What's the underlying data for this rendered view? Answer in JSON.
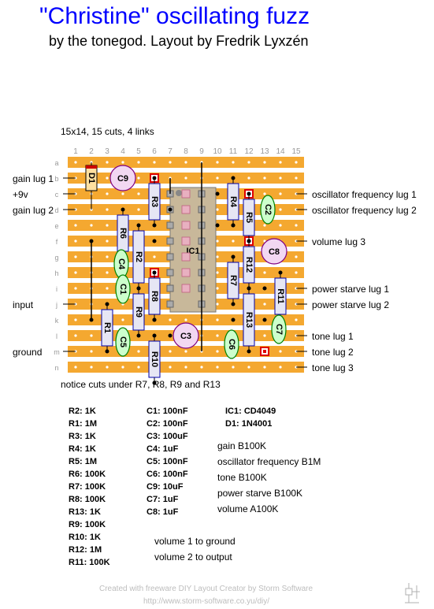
{
  "header": {
    "title": "\"Christine\" oscillating fuzz",
    "subtitle": "by the tonegod. Layout by Fredrik Lyxzén"
  },
  "board": {
    "info": "15x14, 15 cuts, 4 links",
    "columns": [
      "1",
      "2",
      "3",
      "4",
      "5",
      "6",
      "7",
      "8",
      "9",
      "10",
      "11",
      "12",
      "13",
      "14",
      "15"
    ],
    "rows": [
      "a",
      "b",
      "c",
      "d",
      "e",
      "f",
      "g",
      "h",
      "i",
      "j",
      "k",
      "l",
      "m",
      "n"
    ],
    "colors": {
      "strip": "#f4a830",
      "hole": "#ffffff",
      "cut": "#dd0000",
      "ic": "#c8b89a",
      "resistor": "#e6e6f4",
      "diode": "#ffe0a0",
      "electrolytic": "#f2d7f2",
      "film": "#ccffcc",
      "wire": "#000000",
      "pot_wire": "#0000aa"
    },
    "components": {
      "d1": "D1",
      "c9": "C9",
      "r3": "R3",
      "r4": "R4",
      "r5": "R5",
      "c2": "C2",
      "r6": "R6",
      "r2": "R2",
      "ic1": "IC1",
      "c8": "C8",
      "c4": "C4",
      "r12": "R12",
      "c1": "C1",
      "r8": "R8",
      "r7": "R7",
      "r11": "R11",
      "r9": "R9",
      "r1": "R1",
      "r13": "R13",
      "c5": "C5",
      "c3": "C3",
      "c6": "C6",
      "c7": "C7",
      "r10": "R10"
    },
    "left_labels": {
      "gain1": "gain lug 1",
      "v9": "+9v",
      "gain2": "gain lug 2",
      "input": "input",
      "ground": "ground"
    },
    "right_labels": {
      "osc1": "oscillator frequency lug 1",
      "osc2": "oscillator frequency lug 2",
      "vol3": "volume lug 3",
      "ps1": "power starve lug 1",
      "ps2": "power starve lug 2",
      "tone1": "tone lug 1",
      "tone2": "tone lug 2",
      "tone3": "tone lug 3"
    }
  },
  "notes": {
    "cuts": "notice cuts under R7, R8, R9 and R13",
    "volume1": "volume 1 to ground",
    "volume2": "volume 2 to output"
  },
  "bom": {
    "resistors": [
      "R2: 1K",
      "R1: 1M",
      "R3: 1K",
      "R4: 1K",
      "R5: 1M",
      "R6: 100K",
      "R7: 100K",
      "R8: 100K",
      "R13: 1K",
      "R9: 100K",
      "R10: 1K",
      "R12: 1M",
      "R11: 100K"
    ],
    "capacitors": [
      "C1: 100nF",
      "C2: 100nF",
      "C3: 100uF",
      "C4: 1uF",
      "C5: 100nF",
      "C6: 100nF",
      "C9: 10uF",
      "C7: 1uF",
      "C8: 1uF"
    ],
    "semis": [
      "IC1: CD4049",
      "D1: 1N4001"
    ],
    "pots": [
      "gain B100K",
      "oscillator frequency B1M",
      "tone B100K",
      "power starve B100K",
      "volume A100K"
    ]
  },
  "footer": {
    "line1": "Created with freeware DIY Layout Creator by Storm Software",
    "line2": "http://www.storm-software.co.yu/diy/"
  }
}
